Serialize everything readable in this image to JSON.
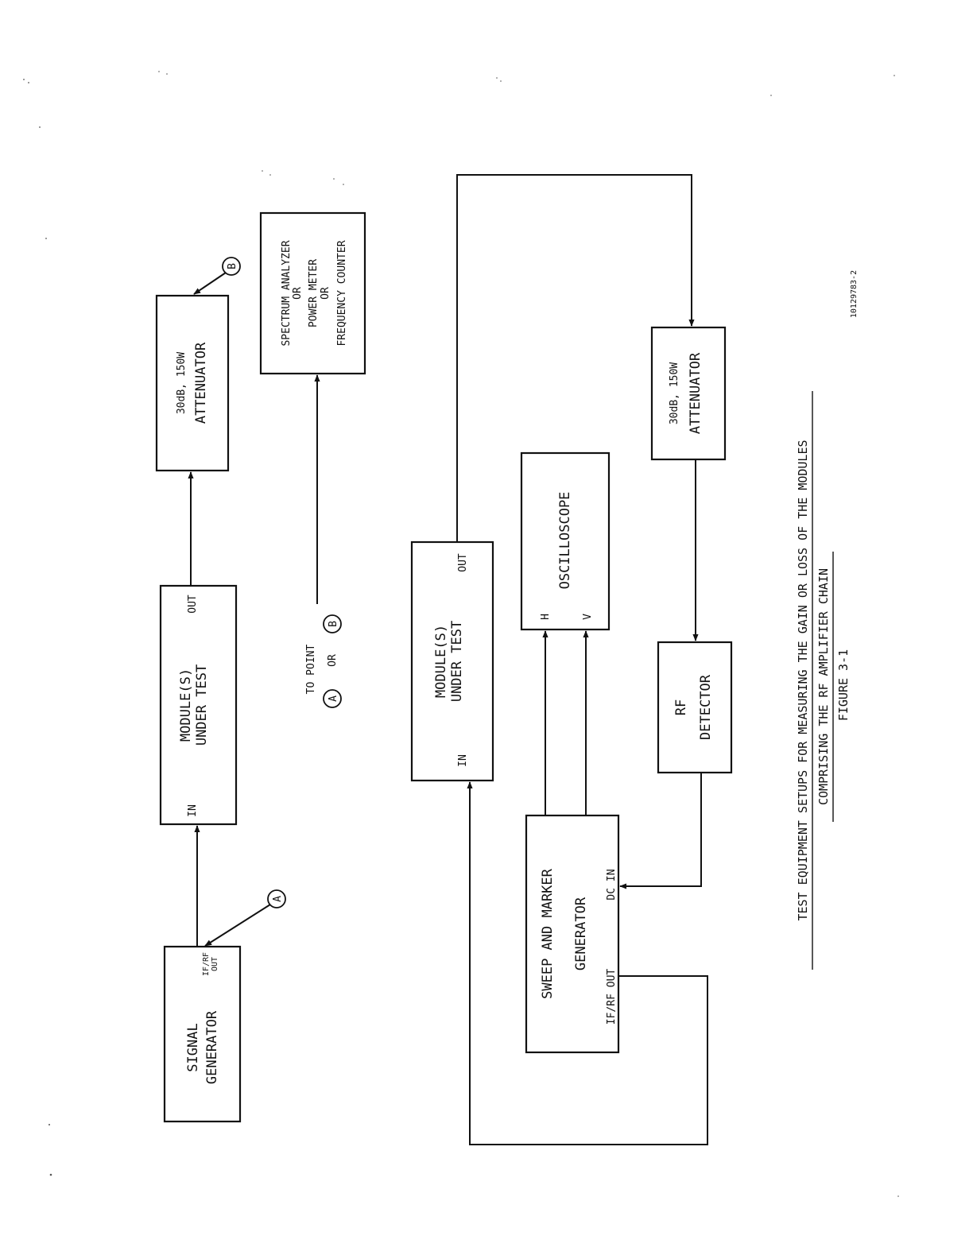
{
  "diagram": {
    "setup_a": {
      "signal_generator": {
        "line1": "SIGNAL",
        "line2": "GENERATOR",
        "port_out": "IF/RF\nOUT"
      },
      "module_under_test": {
        "line1": "MODULE(S)",
        "line2": "UNDER TEST",
        "port_in": "IN",
        "port_out": "OUT"
      },
      "attenuator": {
        "line1": "30dB, 150W",
        "line2": "ATTENUATOR"
      },
      "measurement_instrument": {
        "line1": "SPECTRUM ANALYZER",
        "line2": "OR",
        "line3": "POWER METER",
        "line4": "OR",
        "line5": "FREQUENCY COUNTER"
      },
      "to_point_label": "TO POINT",
      "or_label": "OR",
      "point_a": "A",
      "point_b": "B"
    },
    "setup_b": {
      "module_under_test": {
        "line1": "MODULE(S)",
        "line2": "UNDER TEST",
        "port_in": "IN",
        "port_out": "OUT"
      },
      "oscilloscope": {
        "label": "OSCILLOSCOPE",
        "port_h": "H",
        "port_v": "V"
      },
      "attenuator": {
        "line1": "30dB, 150W",
        "line2": "ATTENUATOR"
      },
      "rf_detector": {
        "line1": "RF",
        "line2": "DETECTOR"
      },
      "sweep_marker_generator": {
        "line1": "SWEEP AND MARKER",
        "line2": "GENERATOR",
        "port_out": "IF/RF OUT",
        "port_dc": "DC IN"
      }
    }
  },
  "caption": {
    "line1": "TEST EQUIPMENT SETUPS FOR MEASURING THE GAIN OR LOSS OF THE MODULES",
    "line2": "COMPRISING THE RF AMPLIFIER CHAIN",
    "line3": "FIGURE 3-1"
  },
  "drawing_number": "10129783-2"
}
